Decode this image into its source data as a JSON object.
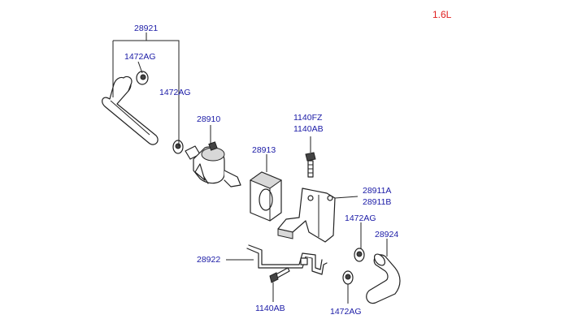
{
  "engine_label": "1.6L",
  "callouts": {
    "hose_top": "28921",
    "clamp_top_a": "1472AG",
    "clamp_top_b": "1472AG",
    "canister_valve": "28910",
    "bolt_top_a": "1140FZ",
    "bolt_top_b": "1140AB",
    "rubber_mount": "28913",
    "bracket_a": "28911A",
    "bracket_b": "28911B",
    "clamp_right": "1472AG",
    "hose_right": "28924",
    "pipe": "28922",
    "bolt_bottom": "1140AB",
    "clamp_bottom": "1472AG"
  }
}
